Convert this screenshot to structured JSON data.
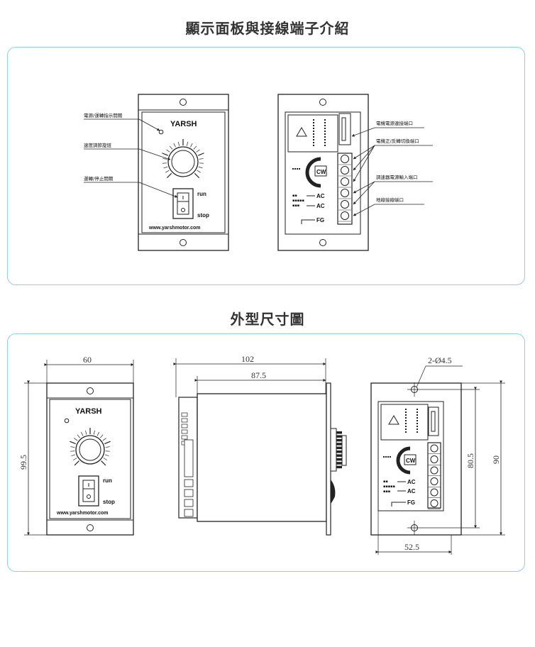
{
  "section1": {
    "title": "顯示面板與接線端子介紹"
  },
  "section2": {
    "title": "外型尺寸圖"
  },
  "front_panel": {
    "brand": "YARSH",
    "run": "run",
    "stop": "stop",
    "website": "www.yarshmotor.com",
    "labels": {
      "indicator": "電源/運轉指示開關",
      "knob": "速度調節旋鈕",
      "switch": "運轉/停止開關"
    }
  },
  "back_panel": {
    "cw": "CW",
    "ac1": "AC",
    "ac2": "AC",
    "fg": "FG",
    "labels": {
      "motor_power": "電機電源連接端口",
      "motor_dir": "電機正/反轉切換端口",
      "controller_power": "調速器電源輸入端口",
      "ground": "地線接線端口"
    }
  },
  "dimensions": {
    "width_front": "60",
    "height_front": "99.5",
    "depth_total": "102",
    "depth_body": "87.5",
    "holes": "2-Ø4.5",
    "hole_pitch": "80.5",
    "height_back": "90",
    "width_back": "52.5"
  },
  "colors": {
    "panel_border": "#8fd0dc",
    "line": "#222222"
  }
}
